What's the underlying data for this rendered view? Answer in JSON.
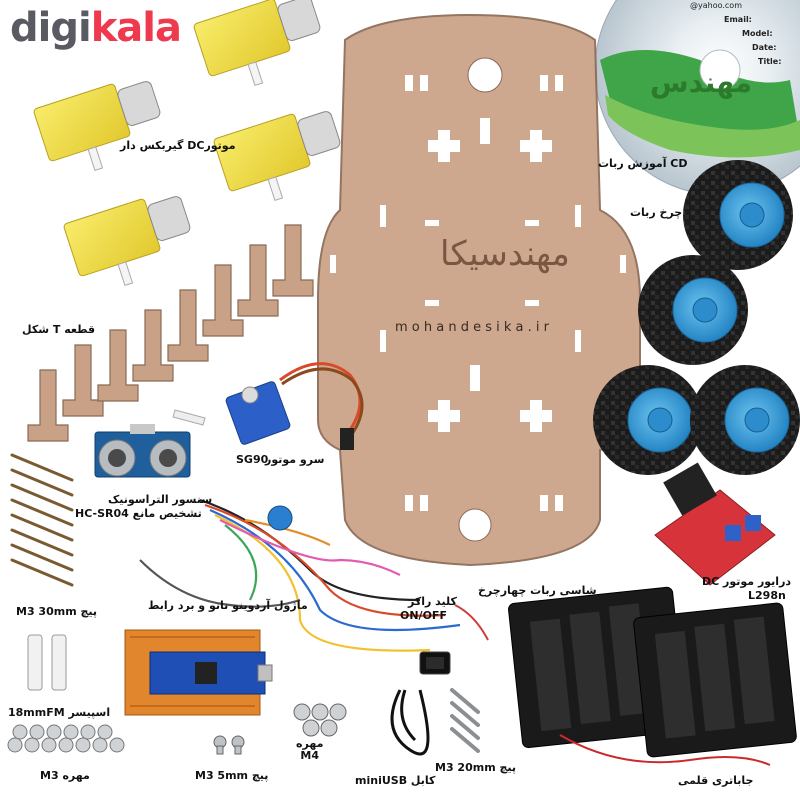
{
  "brand": {
    "part1": "digi",
    "part2": "kala"
  },
  "chassis_watermark": {
    "main": "مهندسیکا",
    "url": "m o h a n d e s i k a . i r"
  },
  "cd": {
    "lines": [
      "Email:",
      "Model:",
      "Date:",
      "Title:"
    ],
    "email_frag": "@yahoo.com",
    "logo_text": "مهندس"
  },
  "labels": {
    "gear_motor": "موتورDC گیربکس دار",
    "cd_course": "CD آموزش ربات",
    "robot_wheel": "چرخ ربات",
    "t_piece": "قطعه T شکل",
    "servo": "سرو موتور",
    "servo_model": "SG90",
    "ultrasonic_1": "سنسور التراسونیک",
    "ultrasonic_2": "تشخیص مانع HC-SR04",
    "arduino": "ماژول آردوینو نانو و برد رابط",
    "chassis": "شاسی ربات چهارچرخ",
    "switch_1": "کلید راکر",
    "switch_2": "ON/OFF",
    "driver_1": "درایور موتور DC",
    "driver_2": "L298n",
    "screw_30": "پیچ  M3  30mm",
    "spacer": "اسپیسر  18mmFM",
    "nut_m3": "مهره  M3",
    "screw_5": "پیچ  M3  5mm",
    "nut_m4": "مهره\nM4",
    "usb": "کابل miniUSB",
    "screw_20": "پیچ  M3  20mm",
    "battery": "جاباتری قلمی"
  },
  "colors": {
    "acrylic": "#c9a186",
    "motor_yellow": "#f2e24a",
    "wheel_blue": "#35a4e3",
    "tire_black": "#1b1b1b",
    "board_red": "#d7333a",
    "nano_blue": "#1f4fb5",
    "brand_red": "#ef394e",
    "brand_gray": "#5a5a62"
  }
}
